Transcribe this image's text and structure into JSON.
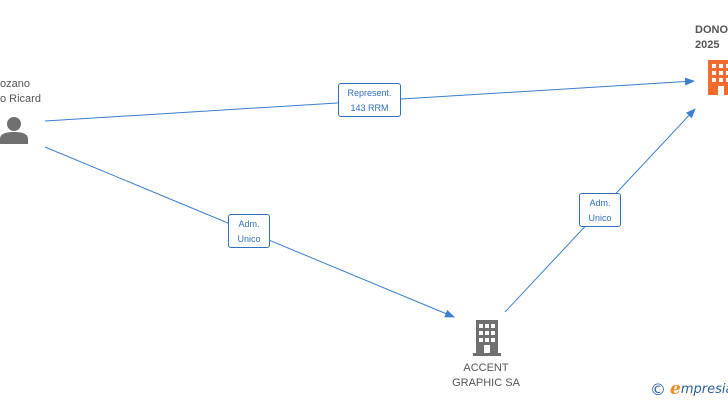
{
  "nodes": {
    "person": {
      "name_line1": "ozano",
      "name_line2": "o Ricard",
      "icon": "person-icon"
    },
    "target_company": {
      "name_line1": "DONO",
      "name_line2": "2025",
      "icon": "building-icon",
      "color": "#f26a2e"
    },
    "accent_graphic": {
      "name_line1": "ACCENT",
      "name_line2": "GRAPHIC SA",
      "icon": "building-icon",
      "color": "#707070"
    }
  },
  "edges": {
    "person_to_target": {
      "line1": "Represent.",
      "line2": "143 RRM"
    },
    "person_to_accent": {
      "line1": "Adm.",
      "line2": "Unico"
    },
    "accent_to_target": {
      "line1": "Adm.",
      "line2": "Unico"
    }
  },
  "colors": {
    "edge": "#3a7fd1",
    "person_icon": "#707070"
  },
  "watermark": {
    "symbol": "©",
    "brand_initial": "e",
    "brand_rest": "mpresia"
  }
}
